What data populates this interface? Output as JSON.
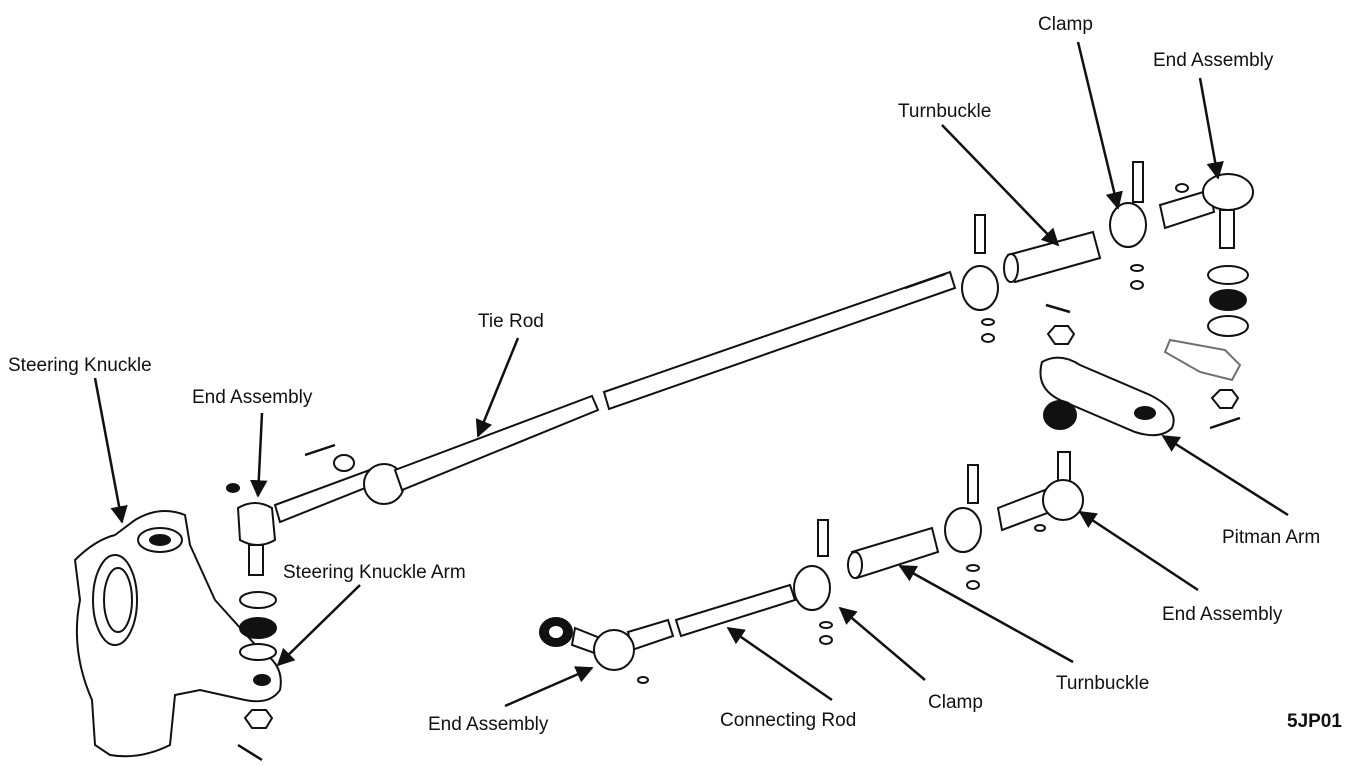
{
  "labels": {
    "steering_knuckle": "Steering Knuckle",
    "end_assembly_left": "End Assembly",
    "tie_rod": "Tie Rod",
    "steering_knuckle_arm": "Steering Knuckle Arm",
    "turnbuckle_top": "Turnbuckle",
    "clamp_top": "Clamp",
    "end_assembly_top_right": "End Assembly",
    "pitman_arm": "Pitman Arm",
    "end_assembly_right": "End Assembly",
    "turnbuckle_bottom": "Turnbuckle",
    "clamp_bottom": "Clamp",
    "connecting_rod": "Connecting Rod",
    "end_assembly_bottom": "End Assembly"
  },
  "figure_code": "5JP01"
}
